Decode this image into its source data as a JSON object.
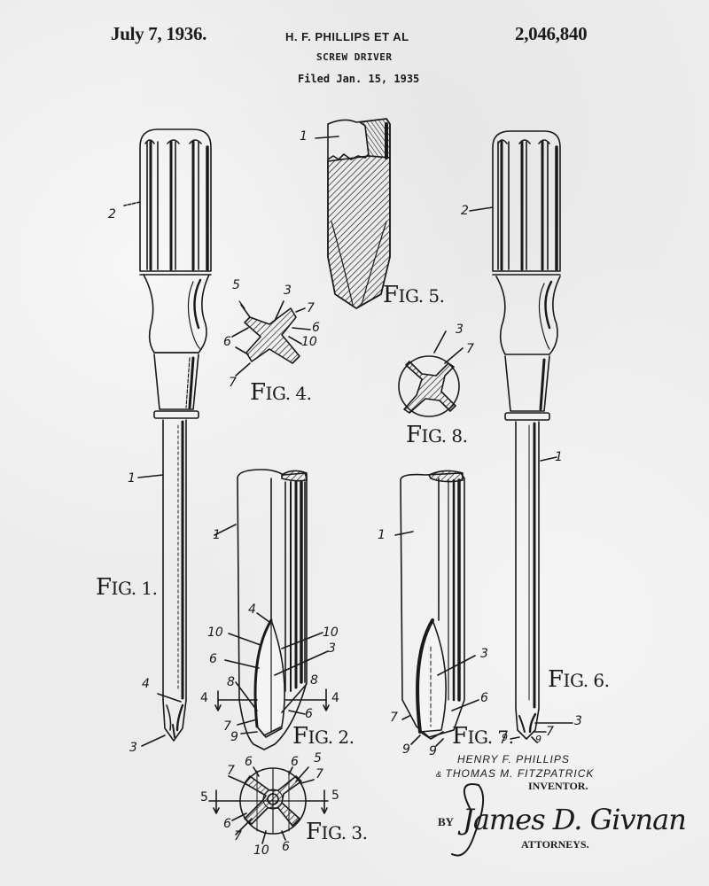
{
  "header": {
    "date": "July 7, 1936.",
    "inventor_line": "H. F. PHILLIPS ET AL",
    "title": "SCREW DRIVER",
    "filed": "Filed Jan. 15, 1935",
    "patent_number": "2,046,840"
  },
  "figures": [
    {
      "id": "fig1",
      "label": "FIG. 1.",
      "prefix": "F",
      "rest": "IG. 1.",
      "refs": [
        "2",
        "1",
        "4",
        "3"
      ]
    },
    {
      "id": "fig2",
      "label": "FIG. 2.",
      "prefix": "F",
      "rest": "IG. 2.",
      "refs": [
        "1",
        "4",
        "10",
        "10",
        "6",
        "3",
        "8",
        "8",
        "4",
        "4",
        "7",
        "9",
        "6"
      ]
    },
    {
      "id": "fig3",
      "label": "FIG. 3.",
      "prefix": "F",
      "rest": "IG. 3.",
      "refs": [
        "7",
        "6",
        "6",
        "5",
        "7",
        "5",
        "5",
        "6",
        "7",
        "10",
        "6"
      ]
    },
    {
      "id": "fig4",
      "label": "FIG. 4.",
      "prefix": "F",
      "rest": "IG. 4.",
      "refs": [
        "5",
        "3",
        "7",
        "6",
        "6",
        "10",
        "7"
      ]
    },
    {
      "id": "fig5",
      "label": "FIG. 5.",
      "prefix": "F",
      "rest": "IG. 5.",
      "refs": [
        "1"
      ]
    },
    {
      "id": "fig6",
      "label": "FIG. 6.",
      "prefix": "F",
      "rest": "IG. 6.",
      "refs": [
        "2",
        "1",
        "3",
        "7",
        "9",
        "9"
      ]
    },
    {
      "id": "fig7",
      "label": "FIG. 7.",
      "prefix": "F",
      "rest": "IG. 7.",
      "refs": [
        "1",
        "3",
        "6",
        "7",
        "9",
        "9"
      ]
    },
    {
      "id": "fig8",
      "label": "FIG. 8.",
      "prefix": "F",
      "rest": "IG. 8.",
      "refs": [
        "3",
        "7"
      ]
    }
  ],
  "refs": {
    "fig1_2": "2",
    "fig1_1": "1",
    "fig1_4": "4",
    "fig1_3": "3",
    "fig5_1": "1",
    "fig4_5": "5",
    "fig4_3": "3",
    "fig4_7a": "7",
    "fig4_6a": "6",
    "fig4_6b": "6",
    "fig4_10": "10",
    "fig4_7b": "7",
    "fig8_3": "3",
    "fig8_7": "7",
    "fig6_2": "2",
    "fig6_1": "1",
    "fig6_3": "3",
    "fig6_7": "7",
    "fig6_9a": "9",
    "fig6_9b": "9",
    "fig2_1": "1",
    "fig2_4": "4",
    "fig2_10a": "10",
    "fig2_10b": "10",
    "fig2_6a": "6",
    "fig2_3": "3",
    "fig2_8a": "8",
    "fig2_8b": "8",
    "fig2_4l": "4",
    "fig2_4r": "4",
    "fig2_7": "7",
    "fig2_9": "9",
    "fig2_6b": "6",
    "fig7_1": "1",
    "fig7_3": "3",
    "fig7_6": "6",
    "fig7_7": "7",
    "fig7_9a": "9",
    "fig7_9b": "9",
    "fig3_7a": "7",
    "fig3_6a": "6",
    "fig3_6b": "6",
    "fig3_5a": "5",
    "fig3_7b": "7",
    "fig3_5l": "5",
    "fig3_5r": "5",
    "fig3_6c": "6",
    "fig3_7c": "7",
    "fig3_10": "10",
    "fig3_6d": "6"
  },
  "signature": {
    "inventor_1": "HENRY F. PHILLIPS",
    "conj": "& ",
    "inventor_2": "THOMAS M. FITZPATRICK",
    "inventor_role": "INVENTOR.",
    "by": "BY",
    "attorney_signature": "James D. Givnan",
    "attorney_role": "ATTORNEYS."
  },
  "colors": {
    "paper": "#ececec",
    "ink": "#1a1a1a"
  }
}
